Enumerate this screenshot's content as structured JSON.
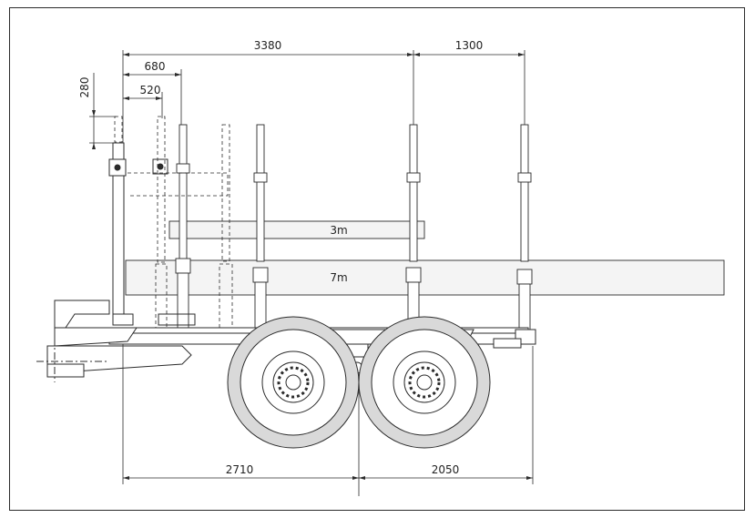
{
  "dimensions": {
    "d3380": "3380",
    "d1300": "1300",
    "d680": "680",
    "d520": "520",
    "d280": "280",
    "d2710": "2710",
    "d2050": "2050"
  },
  "loads": {
    "short_log": "3m",
    "long_log": "7m"
  },
  "colors": {
    "line": "#2b2b2b",
    "log_fill": "#e8e8e8",
    "tyre_fill": "#d9d9d9",
    "background": "#ffffff"
  }
}
